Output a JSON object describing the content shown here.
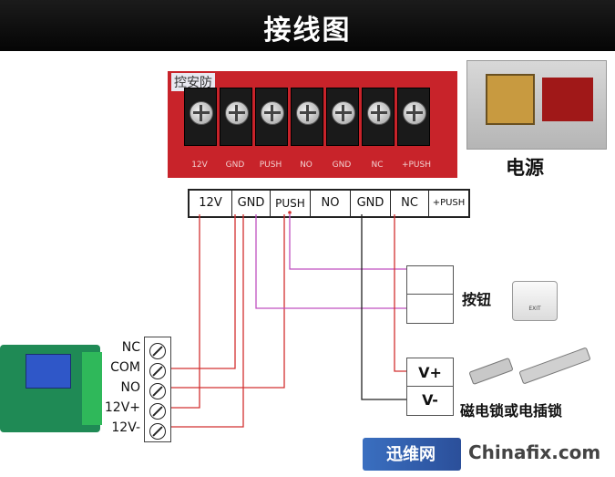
{
  "title": "接线图",
  "board": {
    "logo": "控安防",
    "labels": [
      "12V",
      "GND",
      "PUSH",
      "NO",
      "GND",
      "NC",
      "+PUSH"
    ]
  },
  "power_supply": {
    "label": "电源"
  },
  "terminals": [
    "12V",
    "GND",
    "PUSH",
    "NO",
    "GND",
    "NC",
    "+PUSH"
  ],
  "exit_button": {
    "label": "按钮",
    "text": "EXIT"
  },
  "lock": {
    "label": "磁电锁或电插锁",
    "terminals": [
      "V+",
      "V-"
    ]
  },
  "relay": {
    "labels": [
      "NC",
      "COM",
      "NO",
      "12V+",
      "12V-"
    ]
  },
  "watermark": {
    "cn": "迅维网",
    "en": "Chinafix.com"
  },
  "colors": {
    "wire_red": "#d23030",
    "wire_purple": "#c050c0",
    "wire_black": "#222222",
    "header": "#0a0a0a"
  }
}
